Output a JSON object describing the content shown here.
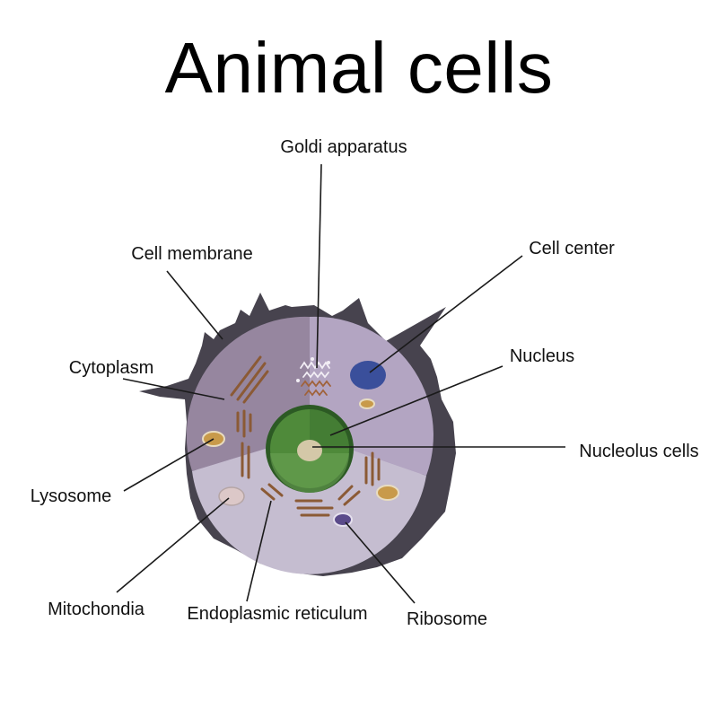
{
  "title": "Animal cells",
  "labels": {
    "goldi": "Goldi apparatus",
    "cell_membrane": "Cell membrane",
    "cell_center": "Cell center",
    "cytoplasm": "Cytoplasm",
    "nucleus": "Nucleus",
    "nucleolus": "Nucleolus cells",
    "lysosome": "Lysosome",
    "mitochondia": "Mitochondia",
    "endoplasmic": "Endoplasmic reticulum",
    "ribosome": "Ribosome"
  },
  "colors": {
    "membrane": "#47434e",
    "cytoplasm_dark": "#9a8aab",
    "cytoplasm_light": "#c8c0d3",
    "nucleus_ring": "#2c5a24",
    "nucleus_fill": "#4f8a3a",
    "nucleolus": "#d4c8a8",
    "cell_center": "#3a4f9b",
    "organelle": "#c89a4a",
    "er_lines": "#8b5a35",
    "ribosome": "#5a4a8a",
    "mitochondria": "#d8c8c8"
  }
}
